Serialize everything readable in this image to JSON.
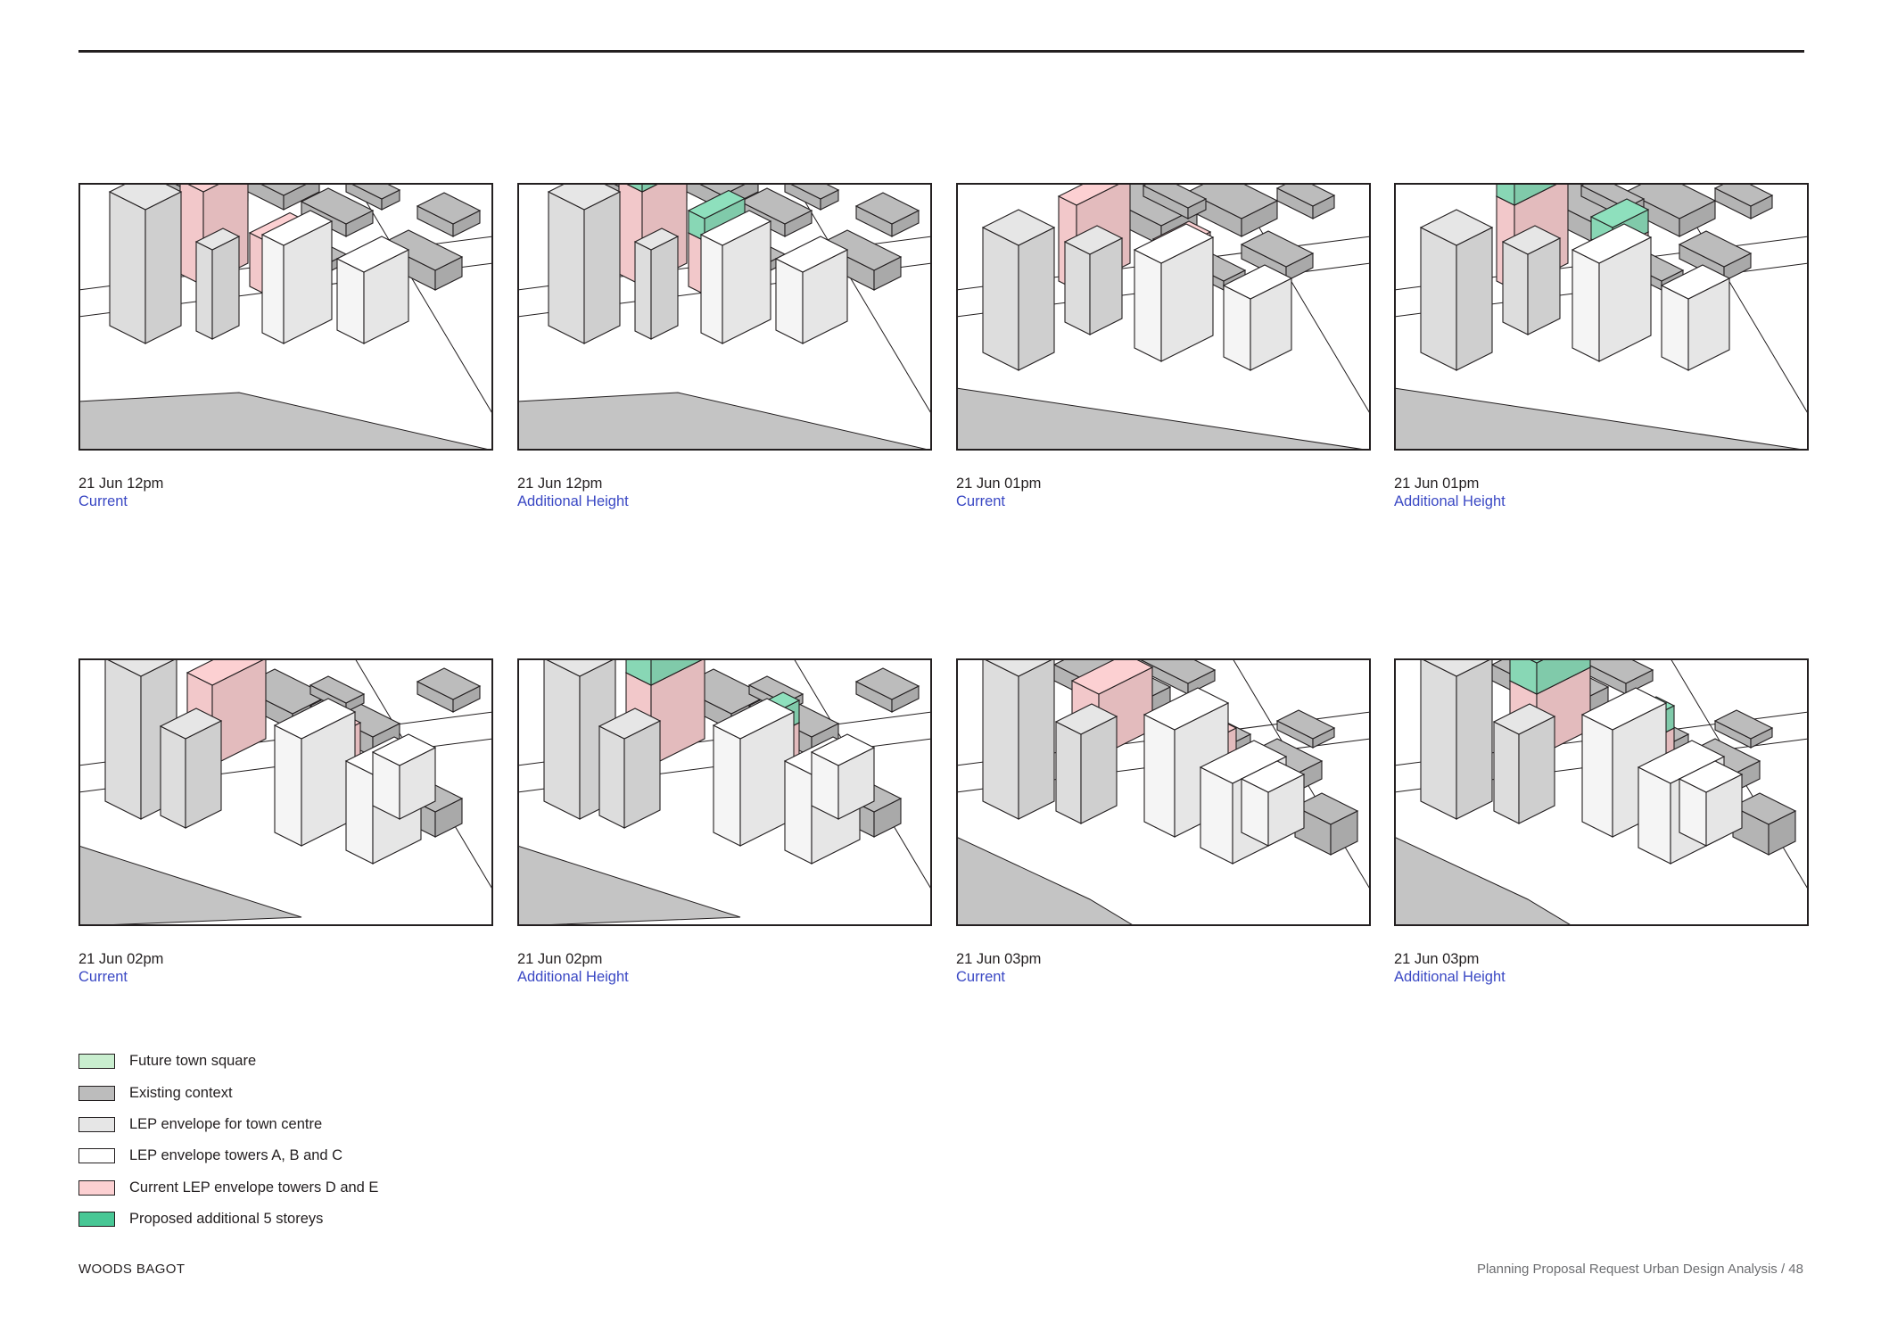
{
  "panels": [
    {
      "time": "21 Jun 12pm",
      "scenario": "Current",
      "variant": "current",
      "view": "a"
    },
    {
      "time": "21 Jun 12pm",
      "scenario": "Additional Height",
      "variant": "additional",
      "view": "a"
    },
    {
      "time": "21 Jun 01pm",
      "scenario": "Current",
      "variant": "current",
      "view": "b"
    },
    {
      "time": "21 Jun 01pm",
      "scenario": "Additional Height",
      "variant": "additional",
      "view": "b"
    },
    {
      "time": "21 Jun 02pm",
      "scenario": "Current",
      "variant": "current",
      "view": "c"
    },
    {
      "time": "21 Jun 02pm",
      "scenario": "Additional Height",
      "variant": "additional",
      "view": "c"
    },
    {
      "time": "21 Jun 03pm",
      "scenario": "Current",
      "variant": "current",
      "view": "d"
    },
    {
      "time": "21 Jun 03pm",
      "scenario": "Additional Height",
      "variant": "additional",
      "view": "d"
    }
  ],
  "legend": [
    {
      "label": "Future town square",
      "color": "#c9eecf"
    },
    {
      "label": "Existing context",
      "color": "#bcbcbc"
    },
    {
      "label": "LEP envelope for town centre",
      "color": "#e6e6e6"
    },
    {
      "label": "LEP envelope towers A, B and C",
      "color": "#ffffff"
    },
    {
      "label": "Current LEP envelope towers D and E",
      "color": "#fcd0d2"
    },
    {
      "label": "Proposed additional 5 storeys",
      "color": "#48c795"
    }
  ],
  "colors": {
    "context": "#bcbcbc",
    "lep_town_centre": "#e6e6e6",
    "towers_abc": "#ffffff",
    "towers_de": "#fcd0d2",
    "additional": "#8ee0bd",
    "ground_shadow": "#c4c4c4",
    "scenario_text": "#3a48c4"
  },
  "footer": {
    "left": "WOODS BAGOT",
    "right": "Planning Proposal Request Urban Design Analysis  /  48"
  }
}
